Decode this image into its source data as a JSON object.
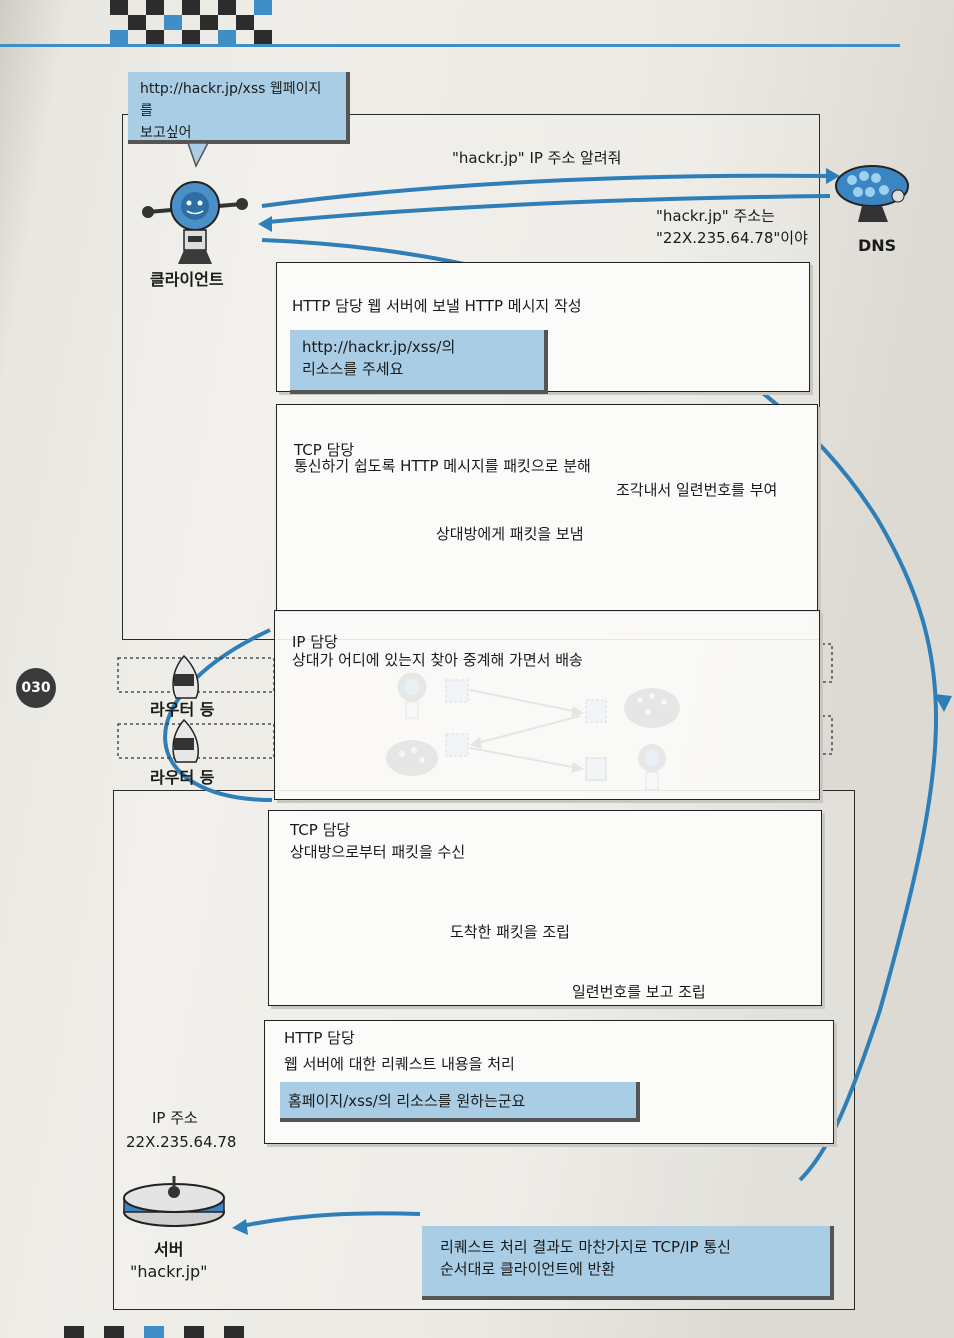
{
  "speech_bubble": {
    "line1": "http://hackr.jp/xss 웹페이지를",
    "line2": "보고싶어"
  },
  "client_label": "클라이언트",
  "dns": {
    "label": "DNS",
    "query": "\"hackr.jp\" IP 주소 알려줘",
    "answer_line1": "\"hackr.jp\" 주소는",
    "answer_line2": "\"22X.235.64.78\"이야"
  },
  "http_client": {
    "title": "HTTP 담당 웹 서버에 보낼 HTTP 메시지 작성",
    "msg_line1": "http://hackr.jp/xss/의",
    "msg_line2": "리소스를 주세요"
  },
  "tcp_client": {
    "title": "TCP 담당",
    "desc": "통신하기 쉽도록 HTTP 메시지를 패킷으로 분해",
    "numbering": "조각내서 일련번호를 부여",
    "send": "상대방에게 패킷을 보냄"
  },
  "ip": {
    "title": "IP 담당",
    "desc": "상대가 어디에 있는지 찾아 중계해 가면서 배송"
  },
  "routers": [
    "라우터 등",
    "라우터 등"
  ],
  "page_badge": "030",
  "tcp_server": {
    "title": "TCP 담당",
    "desc": "상대방으로부터 패킷을 수신",
    "assemble": "도착한 패킷을 조립",
    "by_number": "일련번호를 보고 조립"
  },
  "http_server": {
    "title": "HTTP 담당",
    "desc": "웹 서버에 대한 리퀘스트 내용을 처리",
    "msg": "홈페이지/xss/의 리소스를 원하는군요"
  },
  "server": {
    "ip_label": "IP 주소",
    "ip_value": "22X.235.64.78",
    "label": "서버",
    "name": "\"hackr.jp\""
  },
  "return_note": {
    "line1": "리퀘스트 처리 결과도 마찬가지로 TCP/IP 통신",
    "line2": "순서대로 클라이언트에 반환"
  },
  "colors": {
    "accent_blue": "#2e7fb8",
    "box_blue": "#a8cde4"
  }
}
